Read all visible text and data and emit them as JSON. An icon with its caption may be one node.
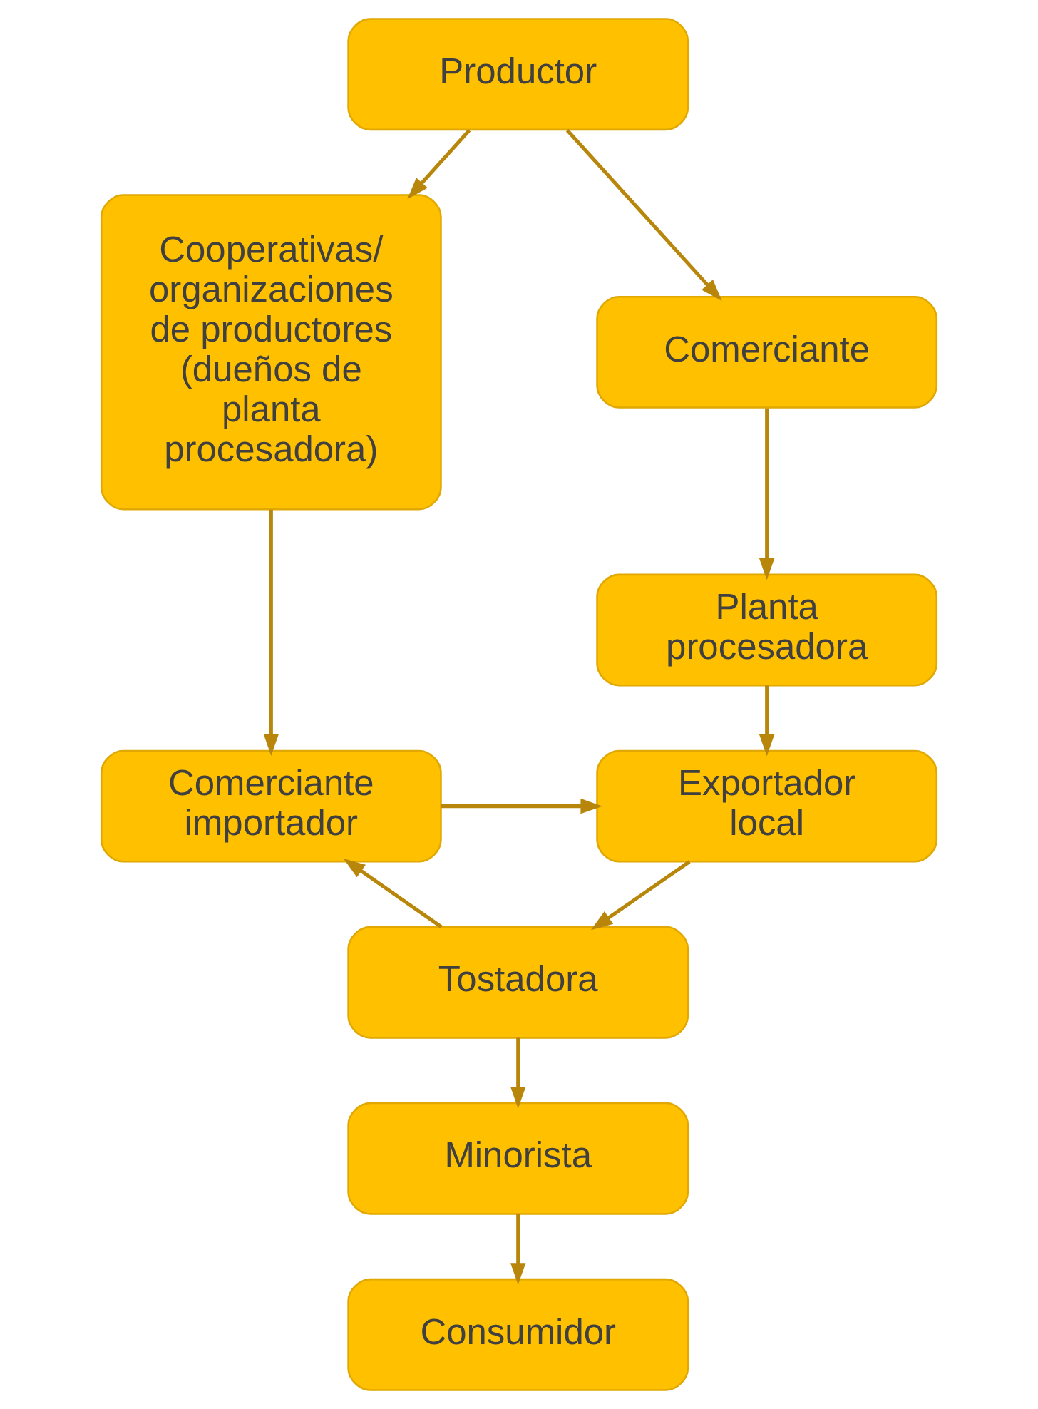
{
  "diagram": {
    "nodes": [
      {
        "text": [
          "Productor"
        ]
      },
      {
        "text": [
          "Comerciante"
        ]
      },
      {
        "text": [
          "Cooperativas/ organizaciones de productores (dueños de planta procesadora)"
        ]
      },
      {
        "text": [
          "Planta procesadora"
        ]
      },
      {
        "text": [
          "Exportador local"
        ]
      },
      {
        "text": [
          "Comerciante importador"
        ]
      },
      {
        "text": [
          "Tostadora"
        ]
      },
      {
        "text": [
          "Minorista"
        ]
      },
      {
        "text": [
          "Consumidor"
        ]
      }
    ],
    "edges": [
      {
        "from": 0,
        "to": 1,
        "arrow": "to"
      },
      {
        "from": 0,
        "to": 2,
        "arrow": "to"
      },
      {
        "from": 1,
        "to": 3,
        "arrow": "to"
      },
      {
        "from": 3,
        "to": 4,
        "arrow": "to"
      },
      {
        "from": 2,
        "to": 5,
        "arrow": "to"
      },
      {
        "from": 5,
        "to": 4,
        "arrow": "to"
      },
      {
        "from": 4,
        "to": 6,
        "arrow": "to"
      },
      {
        "from": 6,
        "to": 5,
        "arrow": "to"
      },
      {
        "from": 6,
        "to": 7,
        "arrow": "to"
      },
      {
        "from": 7,
        "to": 8,
        "arrow": "to"
      }
    ]
  }
}
